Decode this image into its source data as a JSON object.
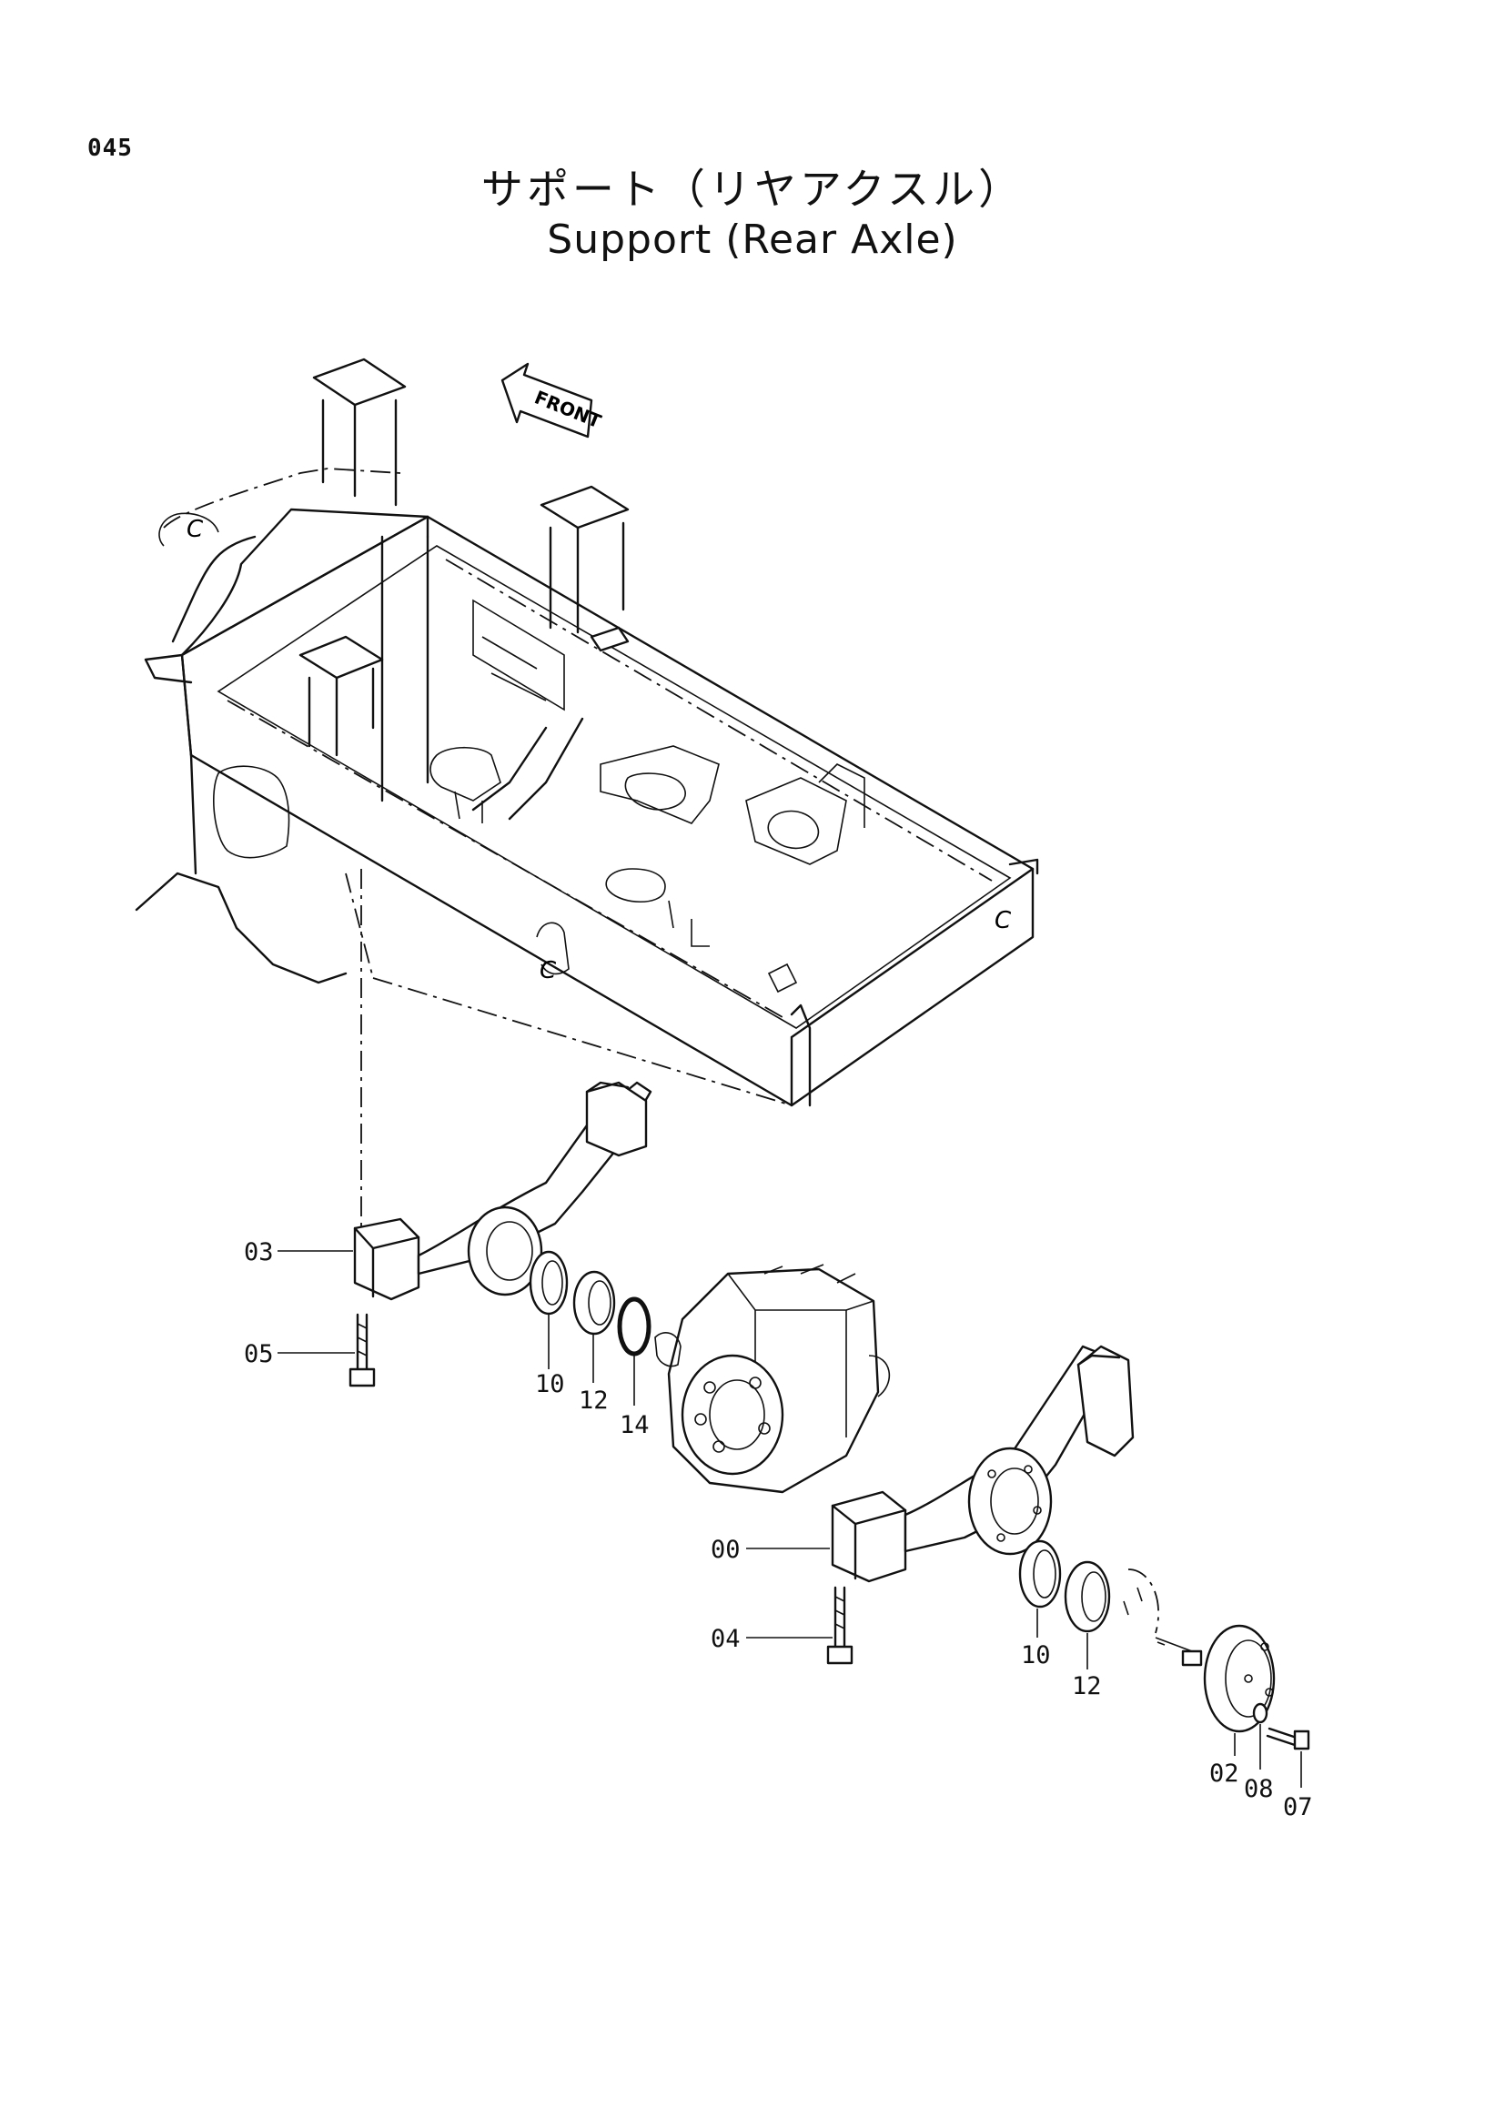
{
  "page": {
    "page_number": "045",
    "title_jp": "サポート（リヤアクスル）",
    "title_en": "Support (Rear Axle)"
  },
  "diagram": {
    "front_label": "FRONT",
    "frame_marks": [
      "C",
      "C",
      "C"
    ],
    "callouts": [
      {
        "id": "part-03",
        "label": "03"
      },
      {
        "id": "part-05",
        "label": "05"
      },
      {
        "id": "part-10-left",
        "label": "10"
      },
      {
        "id": "part-12-left",
        "label": "12"
      },
      {
        "id": "part-14",
        "label": "14"
      },
      {
        "id": "part-00",
        "label": "00"
      },
      {
        "id": "part-04",
        "label": "04"
      },
      {
        "id": "part-10-right",
        "label": "10"
      },
      {
        "id": "part-12-right",
        "label": "12"
      },
      {
        "id": "part-02",
        "label": "02"
      },
      {
        "id": "part-08",
        "label": "08"
      },
      {
        "id": "part-07",
        "label": "07"
      }
    ]
  }
}
